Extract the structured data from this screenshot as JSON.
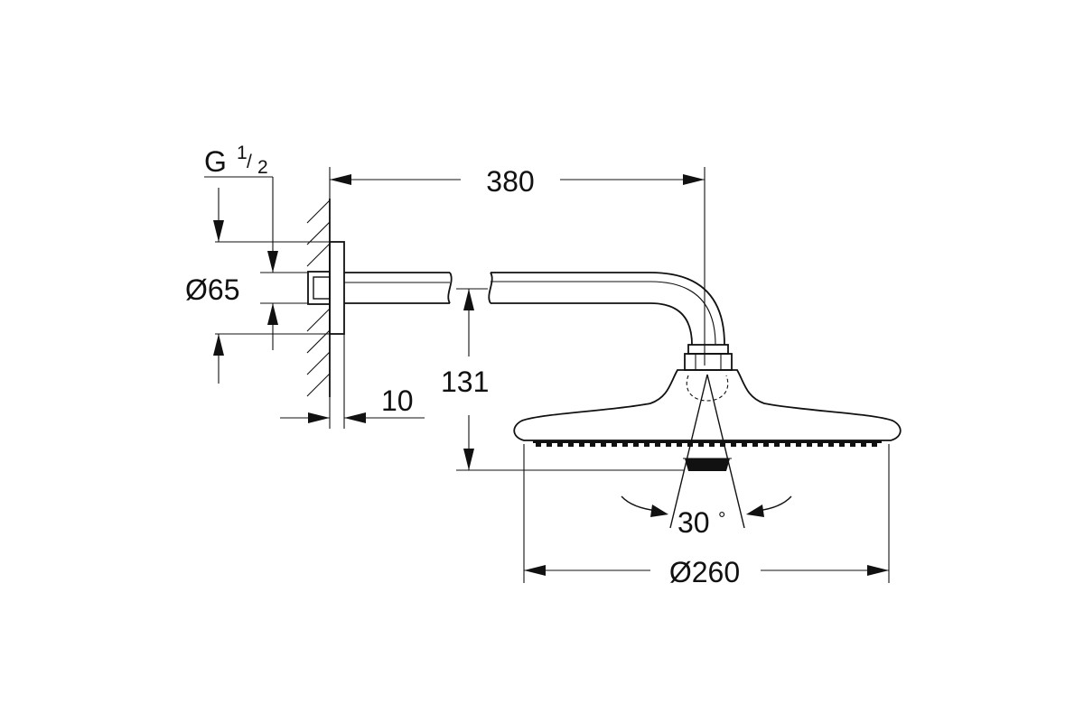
{
  "dimensions": {
    "thread": {
      "prefix": "G",
      "numerator": "1",
      "denominator": "2"
    },
    "flange_diameter": "Ø65",
    "arm_length": "380",
    "height_drop": "131",
    "wall_gap": "10",
    "spray_angle": "30",
    "spray_angle_unit": "°",
    "head_diameter": "Ø260"
  }
}
